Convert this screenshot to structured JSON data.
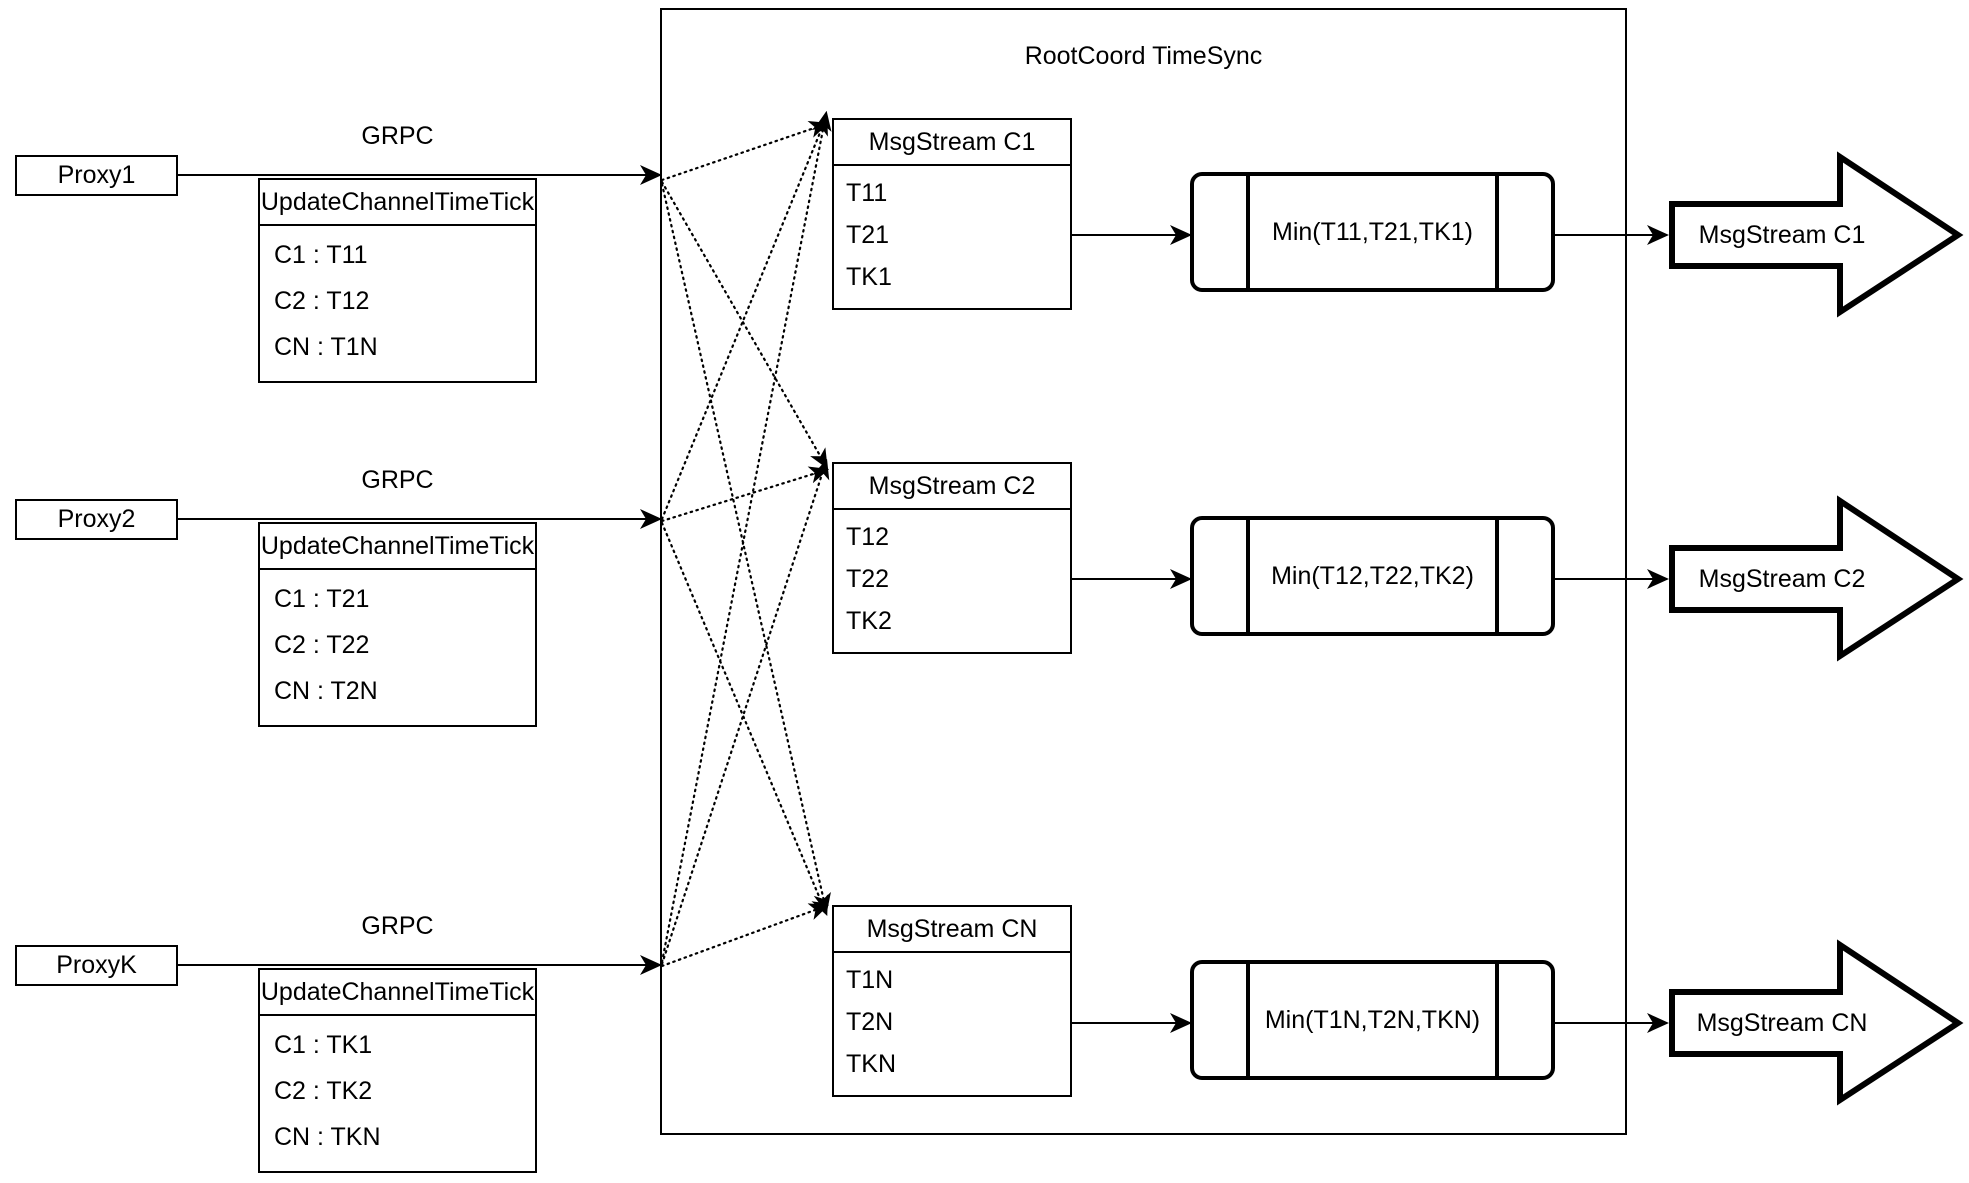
{
  "diagram": {
    "title": "RootCoord TimeSync",
    "rows": [
      {
        "proxy_label": "Proxy1",
        "link_label": "GRPC",
        "request": {
          "header": "UpdateChannelTimeTick",
          "entries": [
            "C1 :  T11",
            "C2 :  T12",
            "CN : T1N"
          ]
        },
        "msgstream": {
          "header": "MsgStream C1",
          "entries": [
            "T11",
            "T21",
            "TK1"
          ]
        },
        "process_label": "Min(T11,T21,TK1)",
        "output_label": "MsgStream C1"
      },
      {
        "proxy_label": "Proxy2",
        "link_label": "GRPC",
        "request": {
          "header": "UpdateChannelTimeTick",
          "entries": [
            "C1 :  T21",
            "C2 :  T22",
            "CN : T2N"
          ]
        },
        "msgstream": {
          "header": "MsgStream C2",
          "entries": [
            "T12",
            "T22",
            "TK2"
          ]
        },
        "process_label": "Min(T12,T22,TK2)",
        "output_label": "MsgStream C2"
      },
      {
        "proxy_label": "ProxyK",
        "link_label": "GRPC",
        "request": {
          "header": "UpdateChannelTimeTick",
          "entries": [
            "C1 :  TK1",
            "C2 :  TK2",
            "CN : TKN"
          ]
        },
        "msgstream": {
          "header": "MsgStream CN",
          "entries": [
            "T1N",
            "T2N",
            "TKN"
          ]
        },
        "process_label": "Min(T1N,T2N,TKN)",
        "output_label": "MsgStream CN"
      }
    ],
    "colors": {
      "stroke": "#000000",
      "background": "#ffffff"
    }
  }
}
